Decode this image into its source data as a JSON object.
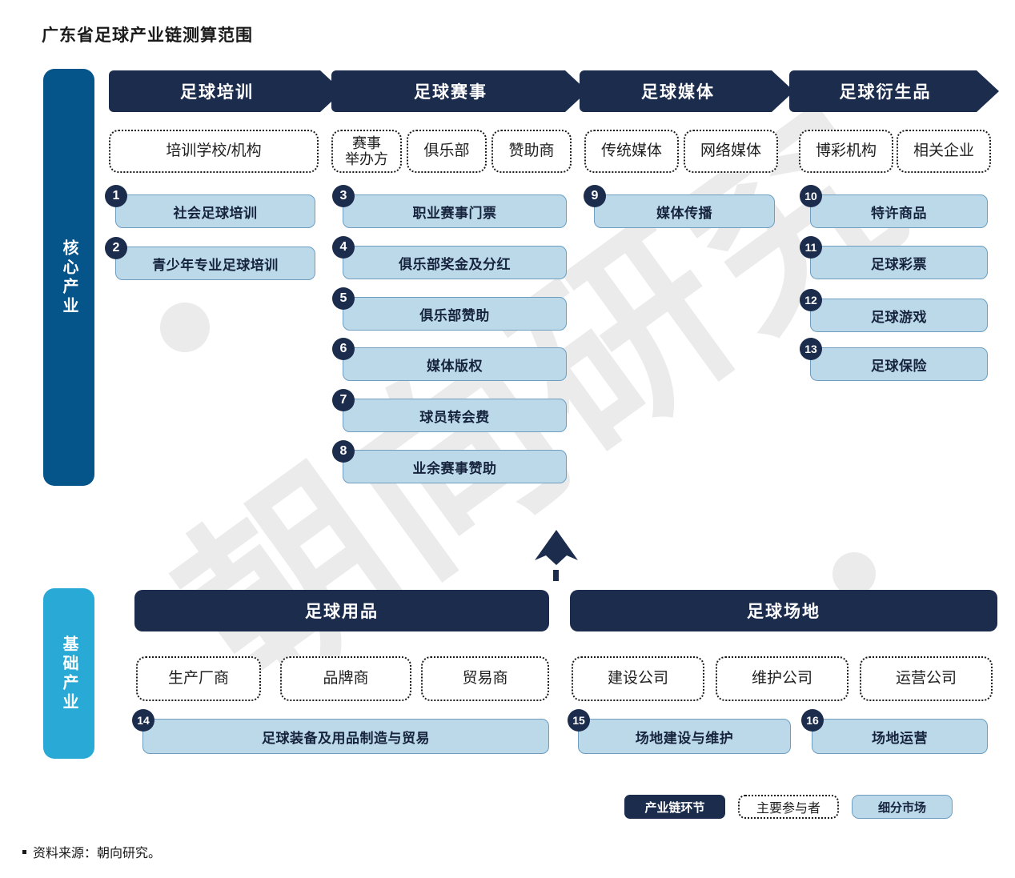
{
  "page": {
    "title": "广东省足球产业链测算范围",
    "source_label": "资料来源：朝向研究。",
    "watermark": "朝向研究"
  },
  "colors": {
    "chain_dark": "#1b2c4d",
    "core_rail": "#05548a",
    "base_rail": "#29a9d6",
    "submarket_fill": "#bcd9ea",
    "submarket_border": "#6e9dc0"
  },
  "rails": {
    "core": "核心产业",
    "base": "基础产业"
  },
  "core_columns": [
    {
      "header": "足球培训",
      "participants": [
        "培训学校/机构"
      ],
      "submarkets": [
        {
          "num": "1",
          "label": "社会足球培训"
        },
        {
          "num": "2",
          "label": "青少年专业足球培训"
        }
      ]
    },
    {
      "header": "足球赛事",
      "participants": [
        "赛事\n举办方",
        "俱乐部",
        "赞助商"
      ],
      "submarkets": [
        {
          "num": "3",
          "label": "职业赛事门票"
        },
        {
          "num": "4",
          "label": "俱乐部奖金及分红"
        },
        {
          "num": "5",
          "label": "俱乐部赞助"
        },
        {
          "num": "6",
          "label": "媒体版权"
        },
        {
          "num": "7",
          "label": "球员转会费"
        },
        {
          "num": "8",
          "label": "业余赛事赞助"
        }
      ]
    },
    {
      "header": "足球媒体",
      "participants": [
        "传统媒体",
        "网络媒体"
      ],
      "submarkets": [
        {
          "num": "9",
          "label": "媒体传播"
        }
      ]
    },
    {
      "header": "足球衍生品",
      "participants": [
        "博彩机构",
        "相关企业"
      ],
      "submarkets": [
        {
          "num": "10",
          "label": "特许商品"
        },
        {
          "num": "11",
          "label": "足球彩票"
        },
        {
          "num": "12",
          "label": "足球游戏"
        },
        {
          "num": "13",
          "label": "足球保险"
        }
      ]
    }
  ],
  "base_columns": [
    {
      "header": "足球用品",
      "participants": [
        "生产厂商",
        "品牌商",
        "贸易商"
      ],
      "submarkets": [
        {
          "num": "14",
          "label": "足球装备及用品制造与贸易"
        }
      ]
    },
    {
      "header": "足球场地",
      "participants": [
        "建设公司",
        "维护公司",
        "运营公司"
      ],
      "submarkets": [
        {
          "num": "15",
          "label": "场地建设与维护"
        },
        {
          "num": "16",
          "label": "场地运营"
        }
      ]
    }
  ],
  "legend": [
    {
      "label": "产业链环节",
      "style": "chain"
    },
    {
      "label": "主要参与者",
      "style": "participant"
    },
    {
      "label": "细分市场",
      "style": "submarket"
    }
  ]
}
